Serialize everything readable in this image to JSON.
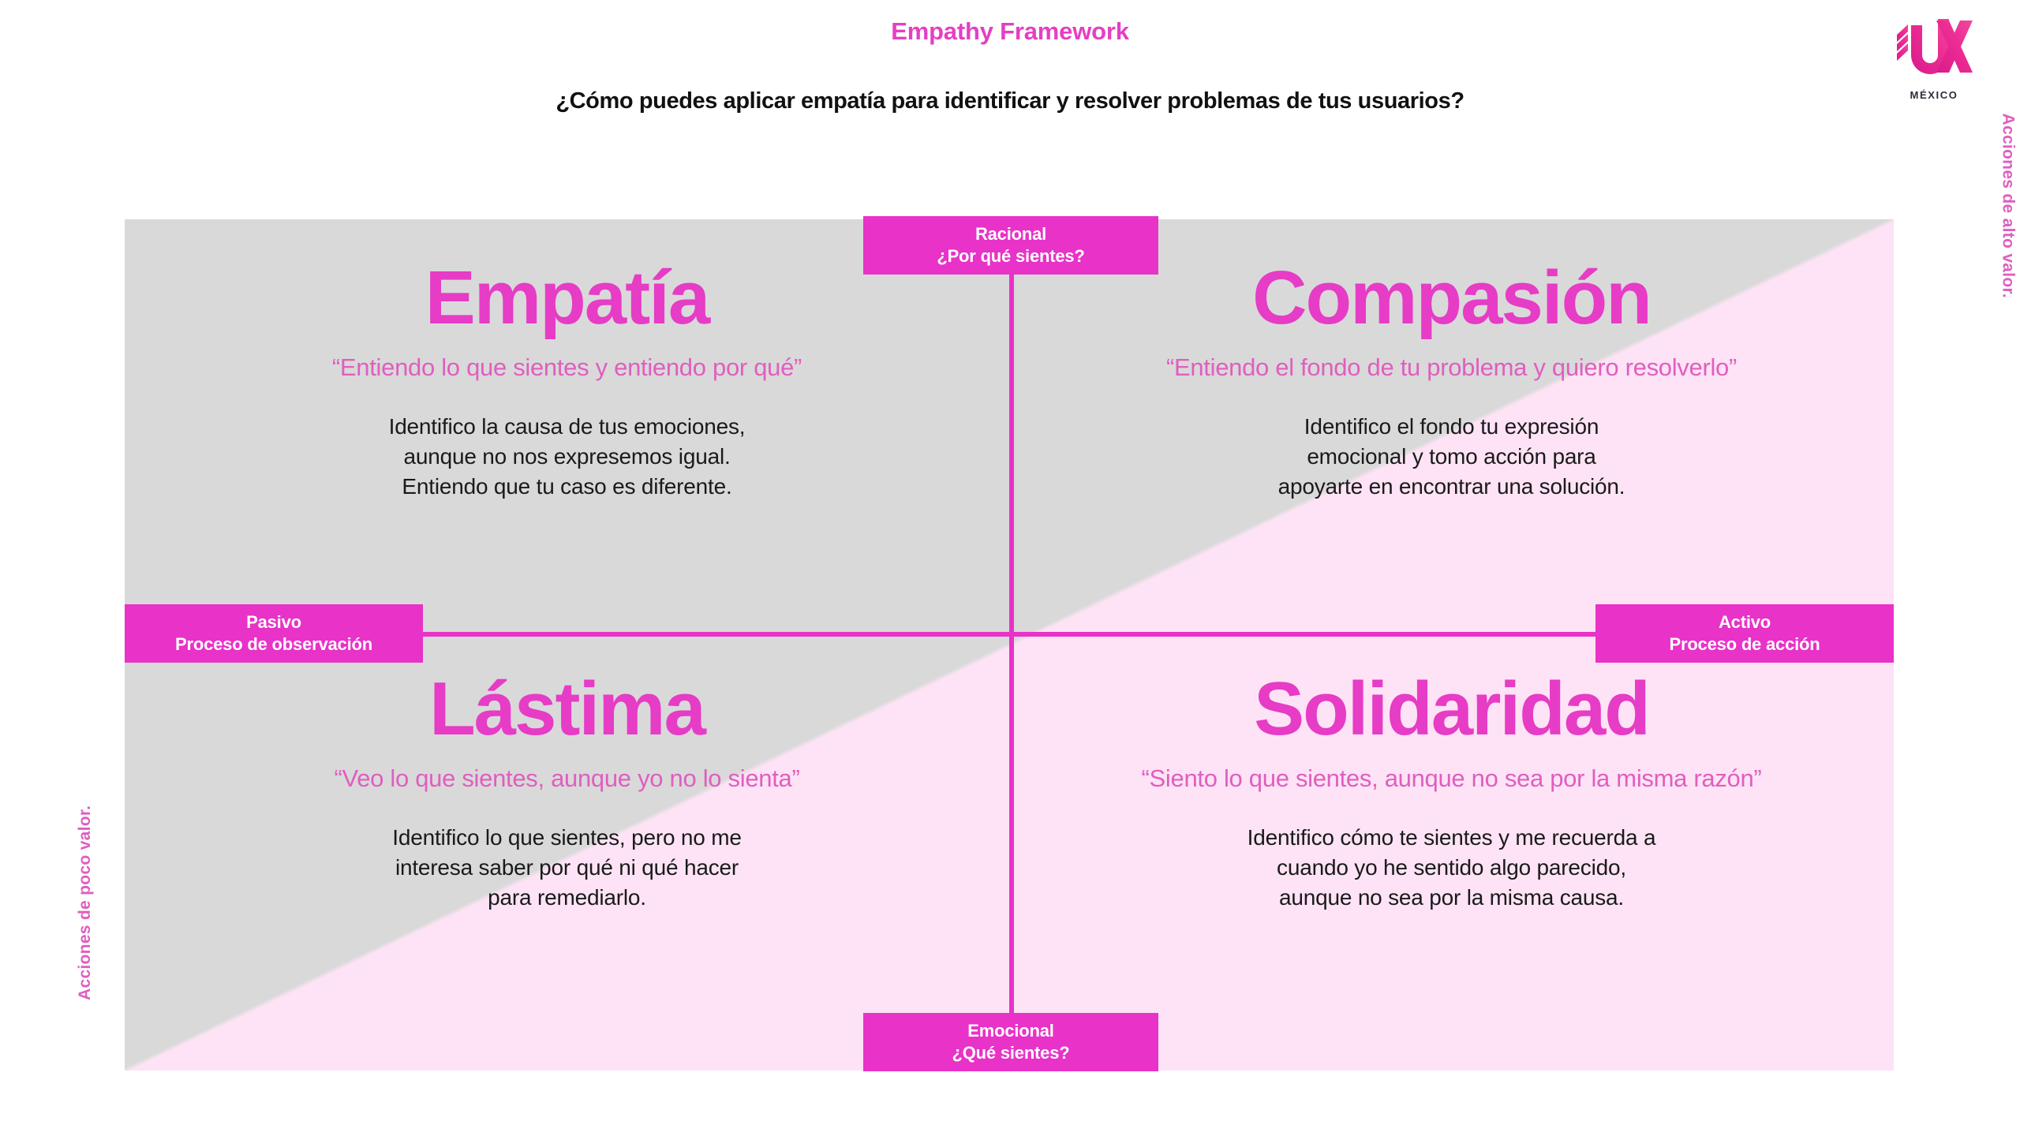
{
  "header": {
    "title": "Empathy Framework",
    "subtitle": "¿Cómo puedes aplicar empatía para identificar y resolver problemas de tus usuarios?"
  },
  "logo": {
    "mark": "ux-logo-icon",
    "wordmark": "MÉXICO"
  },
  "axes": {
    "top": {
      "title": "Racional",
      "question": "¿Por qué sientes?"
    },
    "bottom": {
      "title": "Emocional",
      "question": "¿Qué sientes?"
    },
    "left": {
      "title": "Pasivo",
      "question": "Proceso de observación"
    },
    "right": {
      "title": "Activo",
      "question": "Proceso de acción"
    },
    "value_high": "Acciones de alto valor.",
    "value_low": "Acciones de poco valor."
  },
  "quadrants": [
    {
      "id": "empatia",
      "title": "Empatía",
      "quote": "“Entiendo lo que sientes y entiendo por qué”",
      "description": "Identifico la causa de tus emociones,\naunque no nos expresemos igual.\nEntiendo que tu caso es diferente."
    },
    {
      "id": "compasion",
      "title": "Compasión",
      "quote": "“Entiendo el fondo de tu problema y quiero resolverlo”",
      "description": "Identifico el fondo tu expresión\nemocional y tomo acción para\napoyarte en encontrar una solución."
    },
    {
      "id": "lastima",
      "title": "Lástima",
      "quote": "“Veo lo que sientes, aunque yo no lo sienta”",
      "description": "Identifico lo que sientes, pero no me\ninteresa saber por qué ni qué hacer\npara remediarlo."
    },
    {
      "id": "solidaridad",
      "title": "Solidaridad",
      "quote": "“Siento lo que sientes, aunque no sea por la misma razón”",
      "description": "Identifico cómo te sientes y me recuerda a\ncuando yo he sentido algo parecido,\naunque no sea por la misma causa."
    }
  ],
  "colors": {
    "magenta": "#e832c8",
    "title_pink": "#e43fc3",
    "quote_pink": "#e05ec0",
    "panel_pink": "#fde3f5",
    "panel_grey": "#d9d9d9"
  }
}
